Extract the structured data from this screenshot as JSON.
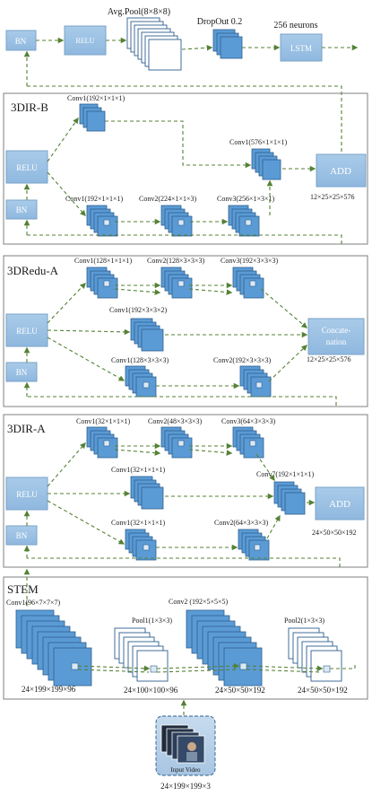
{
  "top": {
    "bn": "BN",
    "relu": "RELU",
    "avgpool": "Avg.Pool(8×8×8)",
    "dropout": "DropOut 0.2",
    "neurons": "256 neurons",
    "lstm": "LSTM"
  },
  "dirb": {
    "title": "3DIR-B",
    "relu": "RELU",
    "bn": "BN",
    "conv_a": "Conv1(192×1×1×1)",
    "conv_b1": "Conv1(192×1×1×1)",
    "conv_b2": "Conv2(224×1×1×3)",
    "conv_b3": "Conv3(256×1×3×1)",
    "conv_out": "Conv1(576×1×1×1)",
    "add": "ADD",
    "dim": "12×25×25×576"
  },
  "redu": {
    "title": "3DRedu-A",
    "relu": "RELU",
    "bn": "BN",
    "r1c1": "Conv1(128×1×1×1)",
    "r1c2": "Conv2(128×3×3×3)",
    "r1c3": "Conv3(192×3×3×3)",
    "r2c1": "Conv1(192×3×3×2)",
    "r3c1": "Conv1(128×3×3×3)",
    "r3c2": "Conv2(192×3×3×3)",
    "concat_l1": "Concate-",
    "concat_l2": "nation",
    "dim": "12×25×25×576"
  },
  "dira": {
    "title": "3DIR-A",
    "relu": "RELU",
    "bn": "BN",
    "r1c1": "Conv1(32×1×1×1)",
    "r1c2": "Conv2(48×3×3×3)",
    "r1c3": "Conv3(64×3×3×3)",
    "r2c1": "Conv1(32×1×1×1)",
    "r3c1": "Conv1(32×1×1×1)",
    "r3c2": "Conv2(64×3×3×3)",
    "conv7": "Conv7(192×1×1×1)",
    "add": "ADD",
    "dim": "24×50×50×192"
  },
  "stem": {
    "title": "STEM",
    "conv1": "Conv1(96×7×7×7)",
    "pool1": "Pool1(1×3×3)",
    "conv2": "Conv2 (192×5×5×5)",
    "pool2": "Pool2(1×3×3)",
    "d1": "24×199×199×96",
    "d2": "24×100×100×96",
    "d3": "24×50×50×192",
    "d4": "24×50×50×192"
  },
  "input": {
    "label": "Input Video",
    "dim": "24×199×199×3"
  },
  "colors": {
    "box": "#9dc3e6",
    "box_stroke": "#7aa3c8",
    "block": "#5b9bd5",
    "block_stroke": "#2e5f8f",
    "arrow": "#548235",
    "frame": "#7f7f7f"
  }
}
